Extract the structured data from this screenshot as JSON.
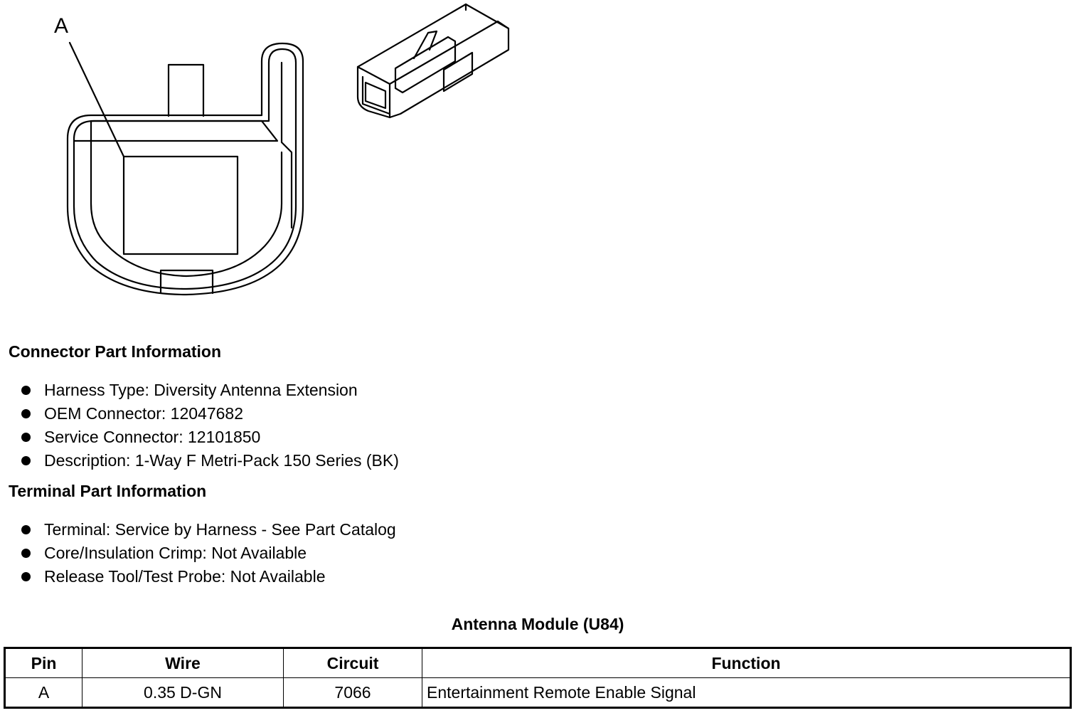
{
  "diagram": {
    "callout_label": "A"
  },
  "connector_section": {
    "heading": "Connector Part Information",
    "items": [
      "Harness Type: Diversity Antenna Extension",
      "OEM Connector: 12047682",
      "Service Connector: 12101850",
      "Description: 1-Way F Metri-Pack 150 Series (BK)"
    ]
  },
  "terminal_section": {
    "heading": "Terminal Part Information",
    "items": [
      "Terminal: Service by Harness - See Part Catalog",
      "Core/Insulation Crimp: Not Available",
      "Release Tool/Test Probe: Not Available"
    ]
  },
  "pin_table": {
    "title": "Antenna Module (U84)",
    "headers": [
      "Pin",
      "Wire",
      "Circuit",
      "Function"
    ],
    "rows": [
      [
        "A",
        "0.35 D-GN",
        "7066",
        "Entertainment Remote Enable Signal"
      ]
    ]
  }
}
